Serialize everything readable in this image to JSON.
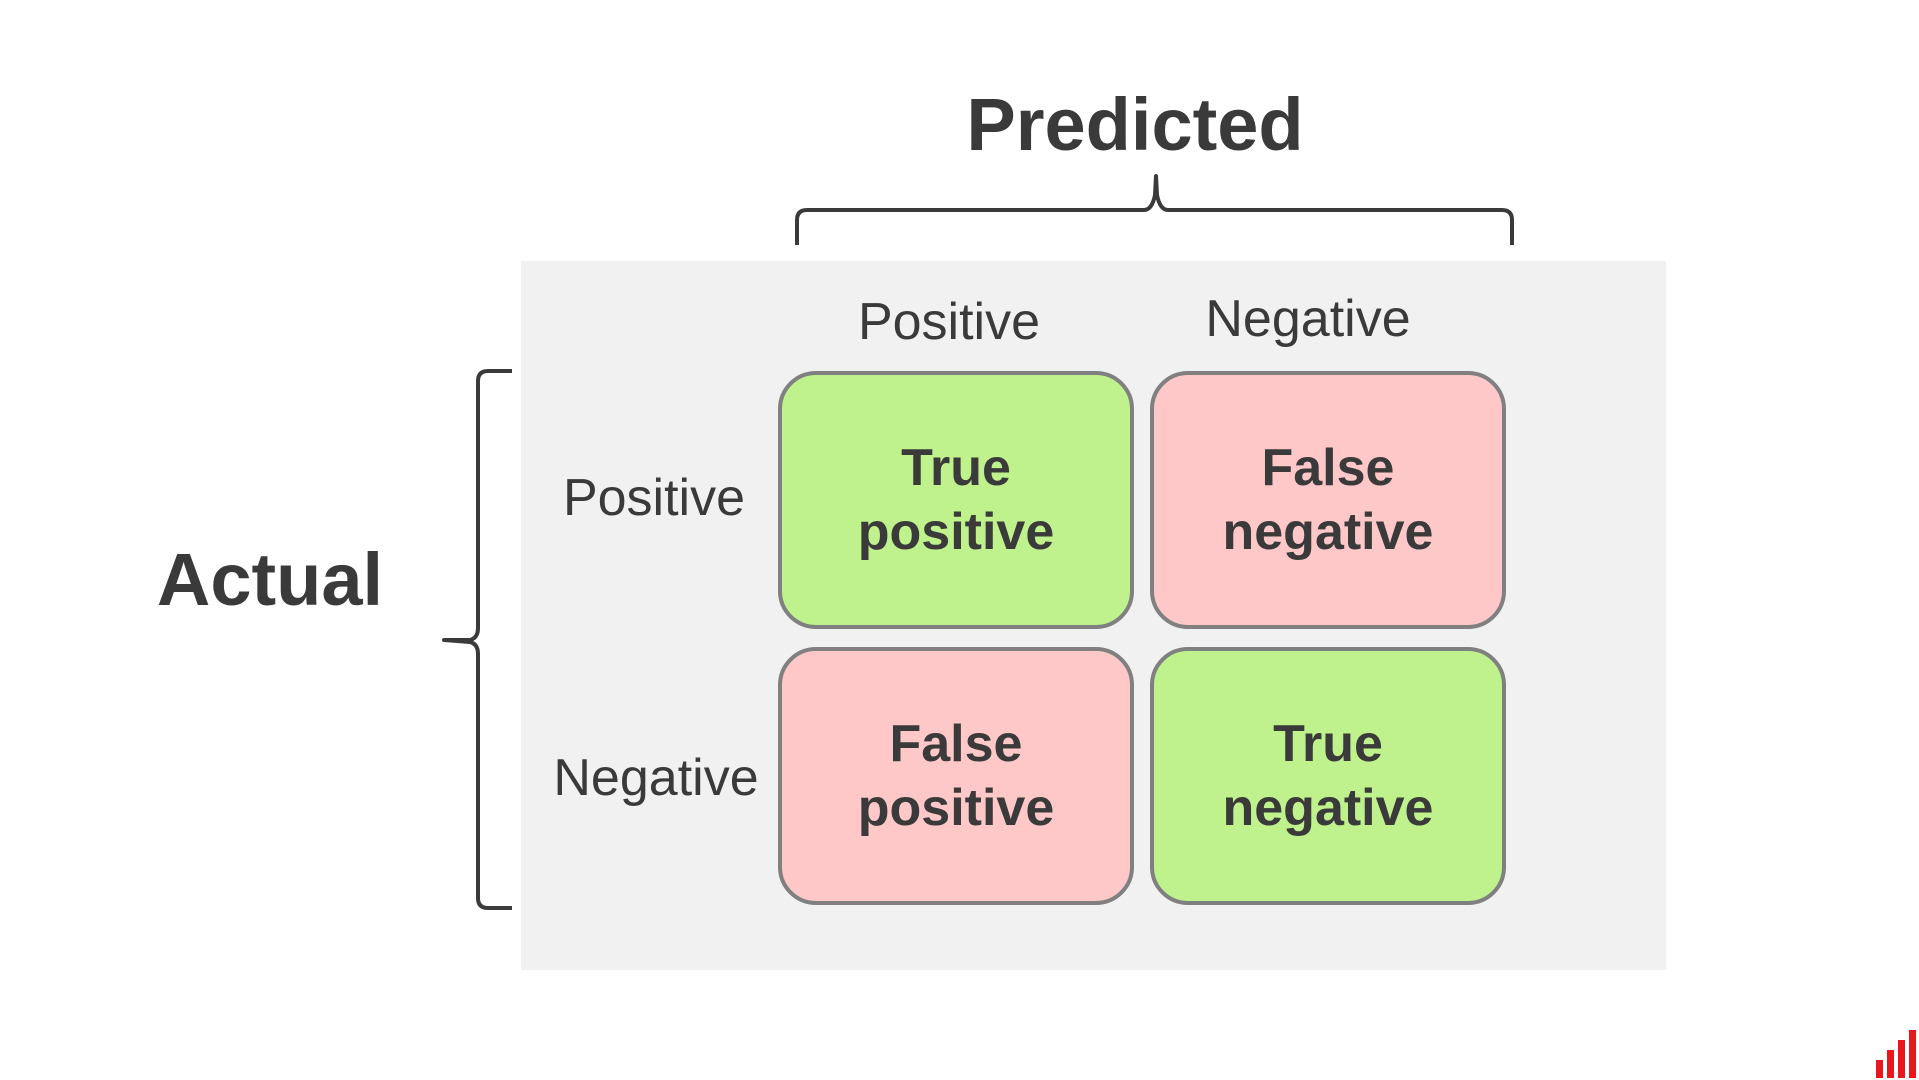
{
  "predicted": {
    "title": "Predicted",
    "columns": [
      "Positive",
      "Negative"
    ]
  },
  "actual": {
    "title": "Actual",
    "rows": [
      "Positive",
      "Negative"
    ]
  },
  "cells": {
    "true_positive": {
      "line1": "True",
      "line2": "positive",
      "color": "#bff28c"
    },
    "false_negative": {
      "line1": "False",
      "line2": "negative",
      "color": "#ffc8c8"
    },
    "false_positive": {
      "line1": "False",
      "line2": "positive",
      "color": "#ffc8c8"
    },
    "true_negative": {
      "line1": "True",
      "line2": "negative",
      "color": "#bff28c"
    }
  },
  "colors": {
    "text": "#3a3a3a",
    "panel": "#f1f1f1",
    "cell_border": "#808080",
    "logo": "#e8171e"
  }
}
